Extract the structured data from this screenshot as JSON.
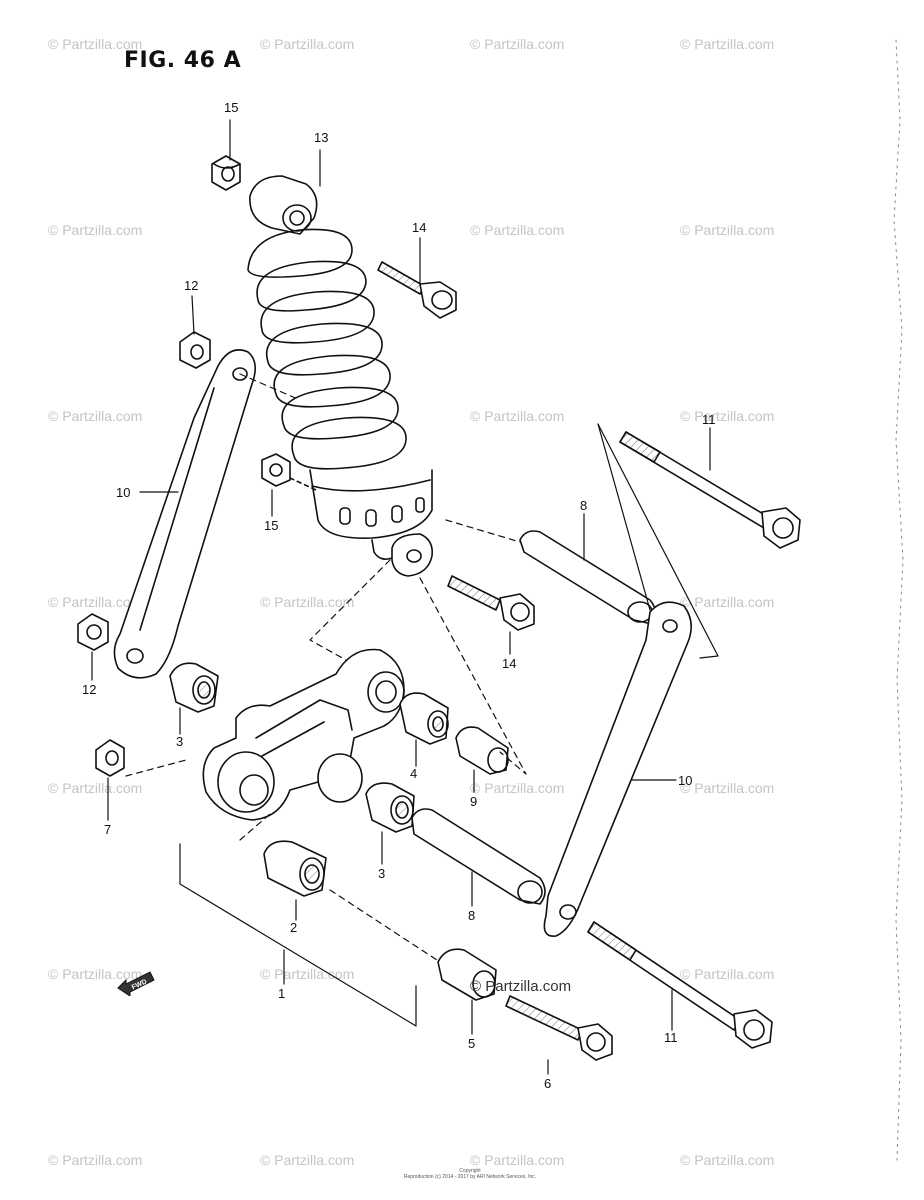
{
  "figure": {
    "title": "FIG. 46 A",
    "fwd_label": "FWD"
  },
  "watermark": {
    "text": "© Partzilla.com",
    "center_text": "© Partzilla.com"
  },
  "copyright": {
    "line1": "Copyright",
    "line2": "Reproduction (c) 2014 - 2017 by ARI Network Services, Inc."
  },
  "callouts": [
    {
      "id": "c15a",
      "label": "15"
    },
    {
      "id": "c13",
      "label": "13"
    },
    {
      "id": "c14a",
      "label": "14"
    },
    {
      "id": "c12a",
      "label": "12"
    },
    {
      "id": "c11a",
      "label": "11"
    },
    {
      "id": "c10a",
      "label": "10"
    },
    {
      "id": "c15b",
      "label": "15"
    },
    {
      "id": "c8a",
      "label": "8"
    },
    {
      "id": "c14b",
      "label": "14"
    },
    {
      "id": "c12b",
      "label": "12"
    },
    {
      "id": "c3a",
      "label": "3"
    },
    {
      "id": "c10b",
      "label": "10"
    },
    {
      "id": "c4",
      "label": "4"
    },
    {
      "id": "c9",
      "label": "9"
    },
    {
      "id": "c7",
      "label": "7"
    },
    {
      "id": "c3b",
      "label": "3"
    },
    {
      "id": "c8b",
      "label": "8"
    },
    {
      "id": "c2",
      "label": "2"
    },
    {
      "id": "c1",
      "label": "1"
    },
    {
      "id": "c5",
      "label": "5"
    },
    {
      "id": "c11b",
      "label": "11"
    },
    {
      "id": "c6",
      "label": "6"
    }
  ]
}
